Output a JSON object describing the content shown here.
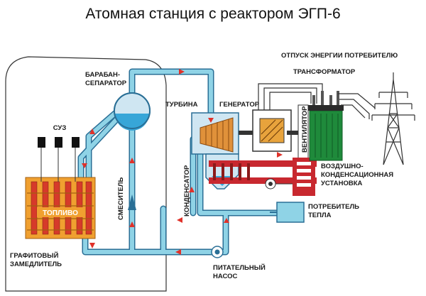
{
  "title": "Атомная станция с реактором ЭГП-6",
  "labels": {
    "suz": "СУЗ",
    "toplivo": "ТОПЛИВО",
    "moderator_1": "ГРАФИТОВЫЙ",
    "moderator_2": "ЗАМЕДЛИТЕЛЬ",
    "drum_1": "БАРАБАН-",
    "drum_2": "СЕПАРАТОР",
    "mixer": "СМЕСИТЕЛЬ",
    "turbine": "ТУРБИНА",
    "generator": "ГЕНЕРАТОР",
    "condenser": "КОНДЕНСАТОР",
    "fan": "ВЕНТИЛЯТОР",
    "air_1": "ВОЗДУШНО-",
    "air_2": "КОНДЕНСАЦИОННАЯ",
    "air_3": "УСТАНОВКА",
    "heat_1": "ПОТРЕБИТЕЛЬ",
    "heat_2": "ТЕПЛА",
    "pump_1": "ПИТАТЕЛЬНЫЙ",
    "pump_2": "НАСОС",
    "transformer": "ТРАНСФОРМАТОР",
    "output": "ОТПУСК ЭНЕРГИИ ПОТРЕБИТЕЛЮ"
  },
  "colors": {
    "pipe_fill": "#8fd3e6",
    "pipe_edge": "#2a6f96",
    "steam": "#cfe6f2",
    "water": "#37a6d8",
    "core": "#f0a030",
    "fuel": "#d63a2a",
    "generator": "#e8a33c",
    "turbine": "#e0913a",
    "air_unit": "#c8282f",
    "heat": "#8fd3e6",
    "transformer": "#1f8a3b",
    "arrow": "#e0322a"
  }
}
